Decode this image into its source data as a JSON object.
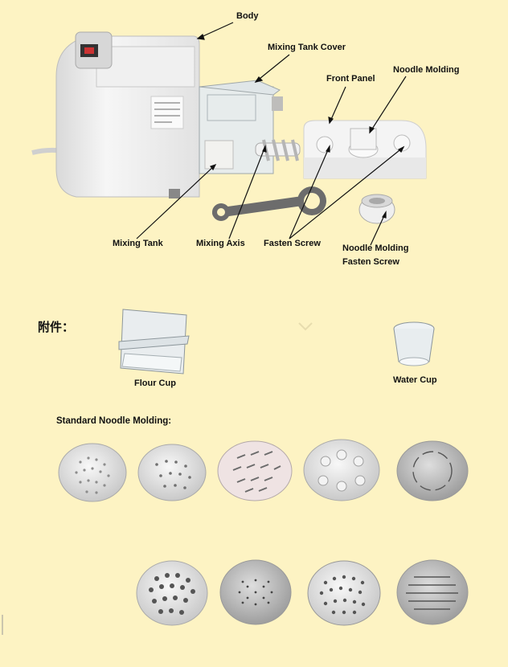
{
  "labels": {
    "body": "Body",
    "mixing_tank_cover": "Mixing Tank Cover",
    "front_panel": "Front Panel",
    "noodle_molding": "Noodle Molding",
    "mixing_tank": "Mixing Tank",
    "mixing_axis": "Mixing Axis",
    "fasten_screw": "Fasten Screw",
    "noodle_molding_fasten_screw_1": "Noodle Molding",
    "noodle_molding_fasten_screw_2": "Fasten Screw"
  },
  "accessories": {
    "heading": "附件：",
    "flour_cup": "Flour Cup",
    "water_cup": "Water Cup"
  },
  "standard": {
    "heading": "Standard Noodle Molding:"
  },
  "colors": {
    "background": "#fdf3c3",
    "appliance": "#eeeeee",
    "disc": "#e4e4e4"
  }
}
